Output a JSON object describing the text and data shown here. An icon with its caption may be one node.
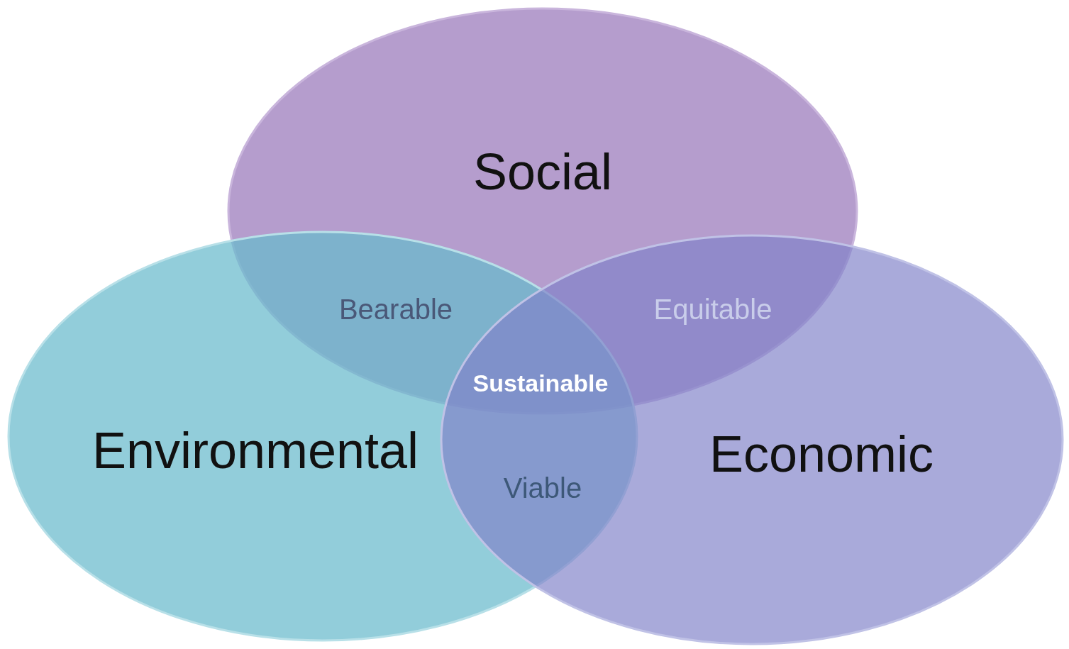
{
  "diagram": {
    "nodes": [
      {
        "text": [
          "Social"
        ]
      },
      {
        "text": [
          "Environmental"
        ]
      },
      {
        "text": [
          "Economic"
        ]
      }
    ],
    "labels": [
      "Bearable",
      "Equitable",
      "Sustainable",
      "Viable"
    ]
  }
}
